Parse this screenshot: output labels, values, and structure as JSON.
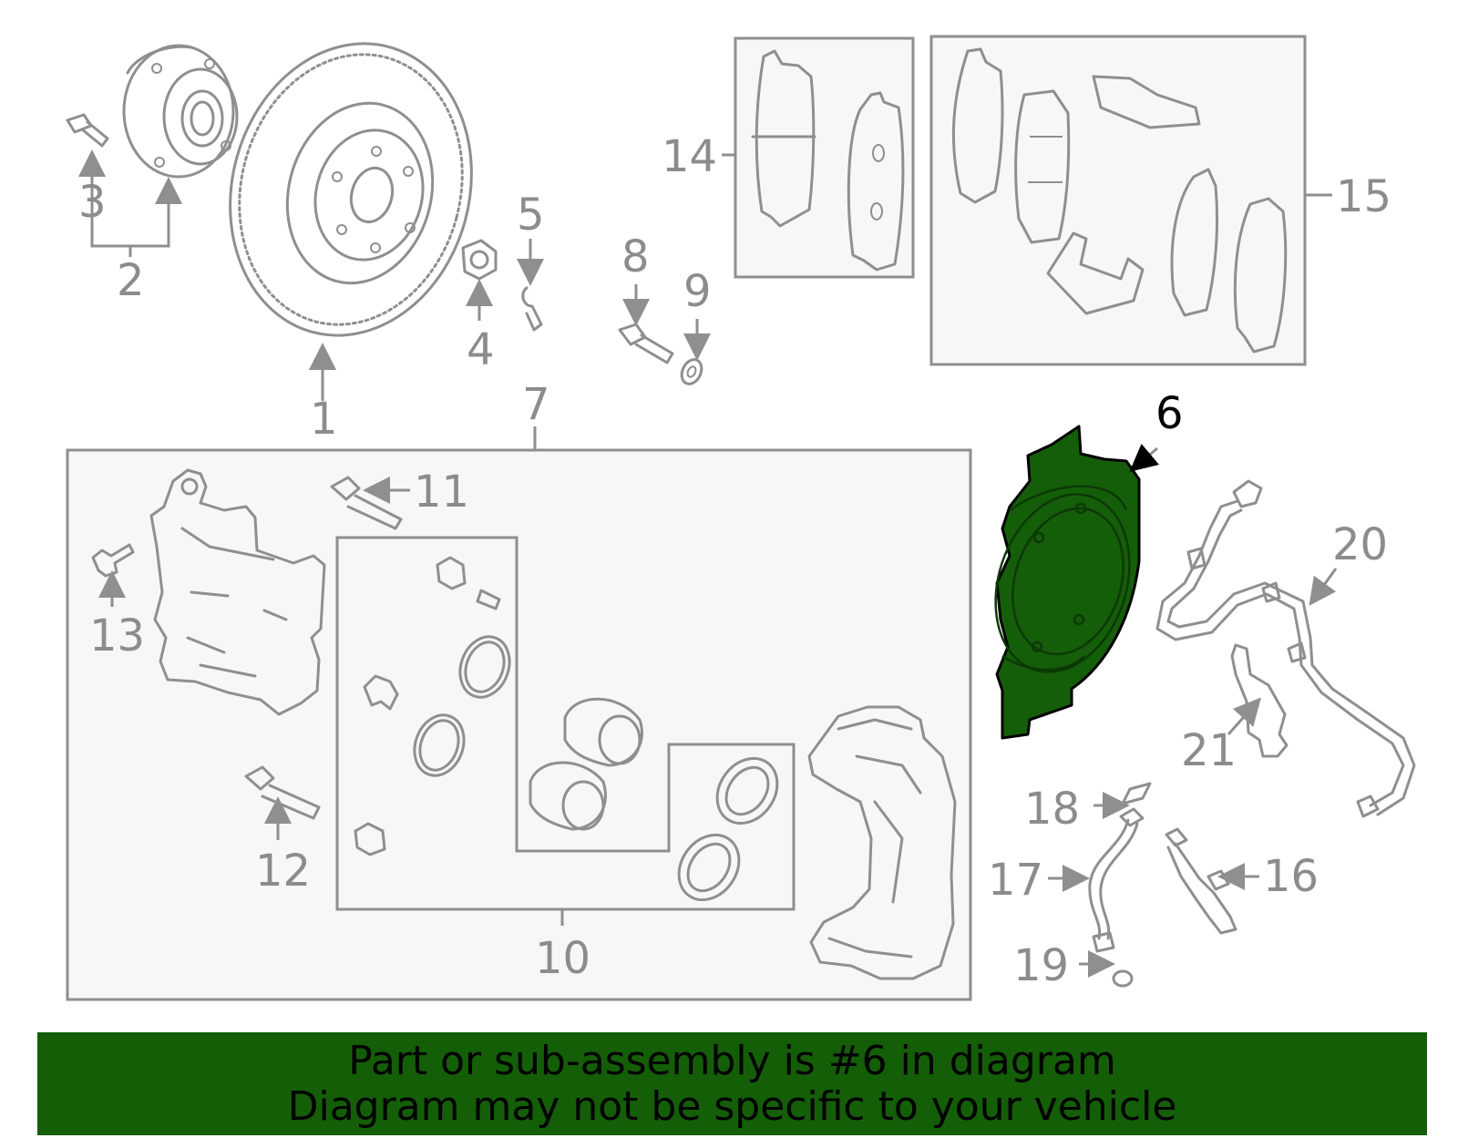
{
  "callouts": {
    "n1": "1",
    "n2": "2",
    "n3": "3",
    "n4": "4",
    "n5": "5",
    "n6": "6",
    "n7": "7",
    "n8": "8",
    "n9": "9",
    "n10": "10",
    "n11": "11",
    "n12": "12",
    "n13": "13",
    "n14": "14",
    "n15": "15",
    "n16": "16",
    "n17": "17",
    "n18": "18",
    "n19": "19",
    "n20": "20",
    "n21": "21"
  },
  "highlight": {
    "part": "6",
    "color": "#155e09"
  },
  "banner": {
    "line1": "Part or sub-assembly is #6 in diagram",
    "line2": "Diagram may not be specific to your vehicle",
    "background": "#145e08"
  },
  "colors": {
    "line": "#8f8f8f",
    "box_fill": "#f7f7f7"
  }
}
